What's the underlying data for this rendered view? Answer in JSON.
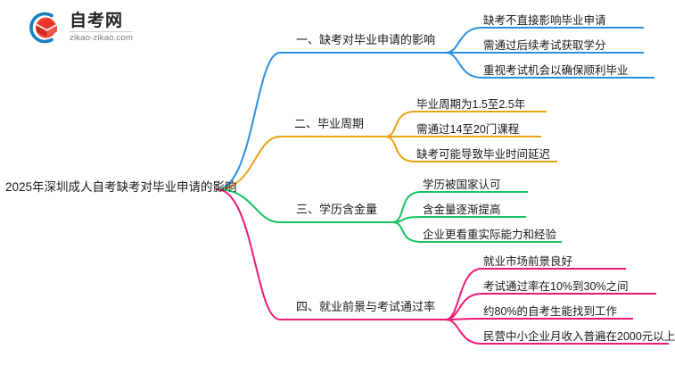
{
  "logo": {
    "name": "zikao-logo",
    "title": "自考网",
    "subtitle": "zikao-zikao.com",
    "mark_colors": {
      "arc": "#1a7fc1",
      "cap": "#e8342a",
      "cap_dark": "#c9271f"
    }
  },
  "mindmap": {
    "root": {
      "label": "2025年深圳成人自考缺考对毕业申请的影响"
    },
    "branches": [
      {
        "index": "1",
        "label": "一、缺考对毕业申请的影响",
        "color": "#2b8fe0",
        "children": [
          {
            "label": "缺考不直接影响毕业申请"
          },
          {
            "label": "需通过后续考试获取学分"
          },
          {
            "label": "重视考试机会以确保顺利毕业"
          }
        ]
      },
      {
        "index": "2",
        "label": "二、毕业周期",
        "color": "#e8a317",
        "children": [
          {
            "label": "毕业周期为1.5至2.5年"
          },
          {
            "label": "需通过14至20门课程"
          },
          {
            "label": "缺考可能导致毕业时间延迟"
          }
        ]
      },
      {
        "index": "3",
        "label": "三、学历含金量",
        "color": "#16c45f",
        "children": [
          {
            "label": "学历被国家认可"
          },
          {
            "label": "含金量逐渐提高"
          },
          {
            "label": "企业更看重实际能力和经验"
          }
        ]
      },
      {
        "index": "4",
        "label": "四、就业前景与考试通过率",
        "color": "#ed1a74",
        "children": [
          {
            "label": "就业市场前景良好"
          },
          {
            "label": "考试通过率在10%到30%之间"
          },
          {
            "label": "约80%的自考生能找到工作"
          },
          {
            "label": "民营中小企业月收入普遍在2000元以上"
          }
        ]
      }
    ]
  }
}
